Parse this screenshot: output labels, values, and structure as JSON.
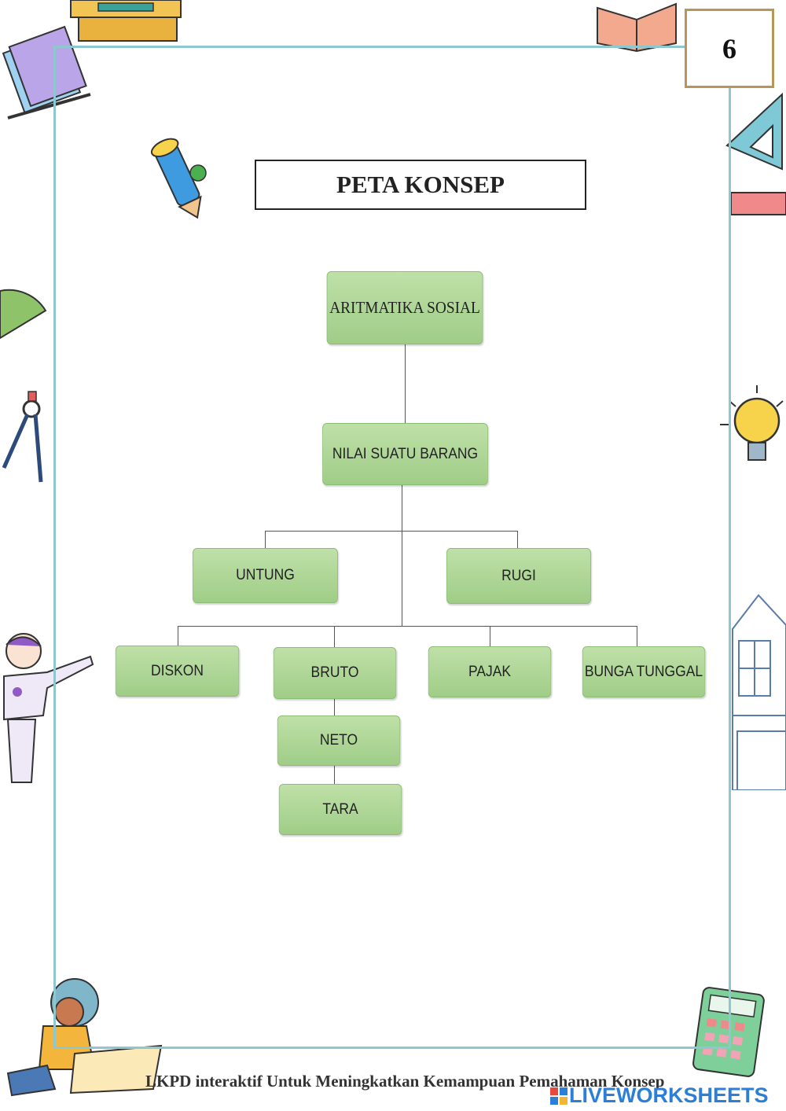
{
  "page_number": "6",
  "title": "PETA KONSEP",
  "concept_map": {
    "root": "ARITMATIKA SOSIAL",
    "level1": "NILAI SUATU BARANG",
    "level2": [
      "UNTUNG",
      "RUGI"
    ],
    "level3": [
      "DISKON",
      "BRUTO",
      "PAJAK",
      "BUNGA TUNGGAL"
    ],
    "bruto_chain": [
      "NETO",
      "TARA"
    ]
  },
  "footer": "LKPD interaktif Untuk Meningkatkan Kemampuan Pemahaman Konsep",
  "watermark": "LIVEWORKSHEETS",
  "colors": {
    "frame": "#8fc7d1",
    "node_fill": "#a8d390",
    "page_box_border": "#b8955a",
    "watermark": "#2c7fd6"
  }
}
